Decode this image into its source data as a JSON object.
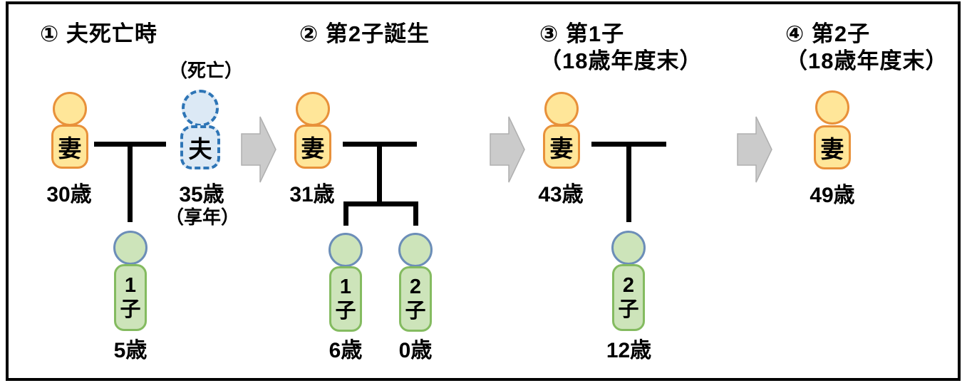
{
  "colors": {
    "background": "#FFFFFF",
    "frame_color": "#000000",
    "text_color": "#000000",
    "line_color": "#000000",
    "wife_fill": "#FFE699",
    "wife_stroke": "#E8913A",
    "husband_fill": "#DCE9F5",
    "husband_stroke": "#2E75B6",
    "child_fill": "#CDE4BA",
    "child_body_stroke": "#84BB60",
    "child_head_stroke": "#6C8EB8",
    "arrow_fill": "#CBCBCB",
    "arrow_stroke": "#AFAFAF"
  },
  "panels": [
    {
      "title": "① 夫死亡時",
      "wife": {
        "label": "妻",
        "age": "30歳"
      },
      "husband": {
        "label": "夫",
        "age": "35歳",
        "note_top": "（死亡）",
        "note_bottom": "（享年）"
      },
      "children": [
        {
          "label": "1子",
          "age": "5歳"
        }
      ]
    },
    {
      "title": "② 第2子誕生",
      "wife": {
        "label": "妻",
        "age": "31歳"
      },
      "children": [
        {
          "label": "1子",
          "age": "6歳"
        },
        {
          "label": "2子",
          "age": "0歳"
        }
      ]
    },
    {
      "title": "③ 第1子",
      "subtitle": "（18歳年度末）",
      "wife": {
        "label": "妻",
        "age": "43歳"
      },
      "children": [
        {
          "label": "2子",
          "age": "12歳"
        }
      ]
    },
    {
      "title": "④ 第2子",
      "subtitle": "（18歳年度末）",
      "wife": {
        "label": "妻",
        "age": "49歳"
      }
    }
  ]
}
